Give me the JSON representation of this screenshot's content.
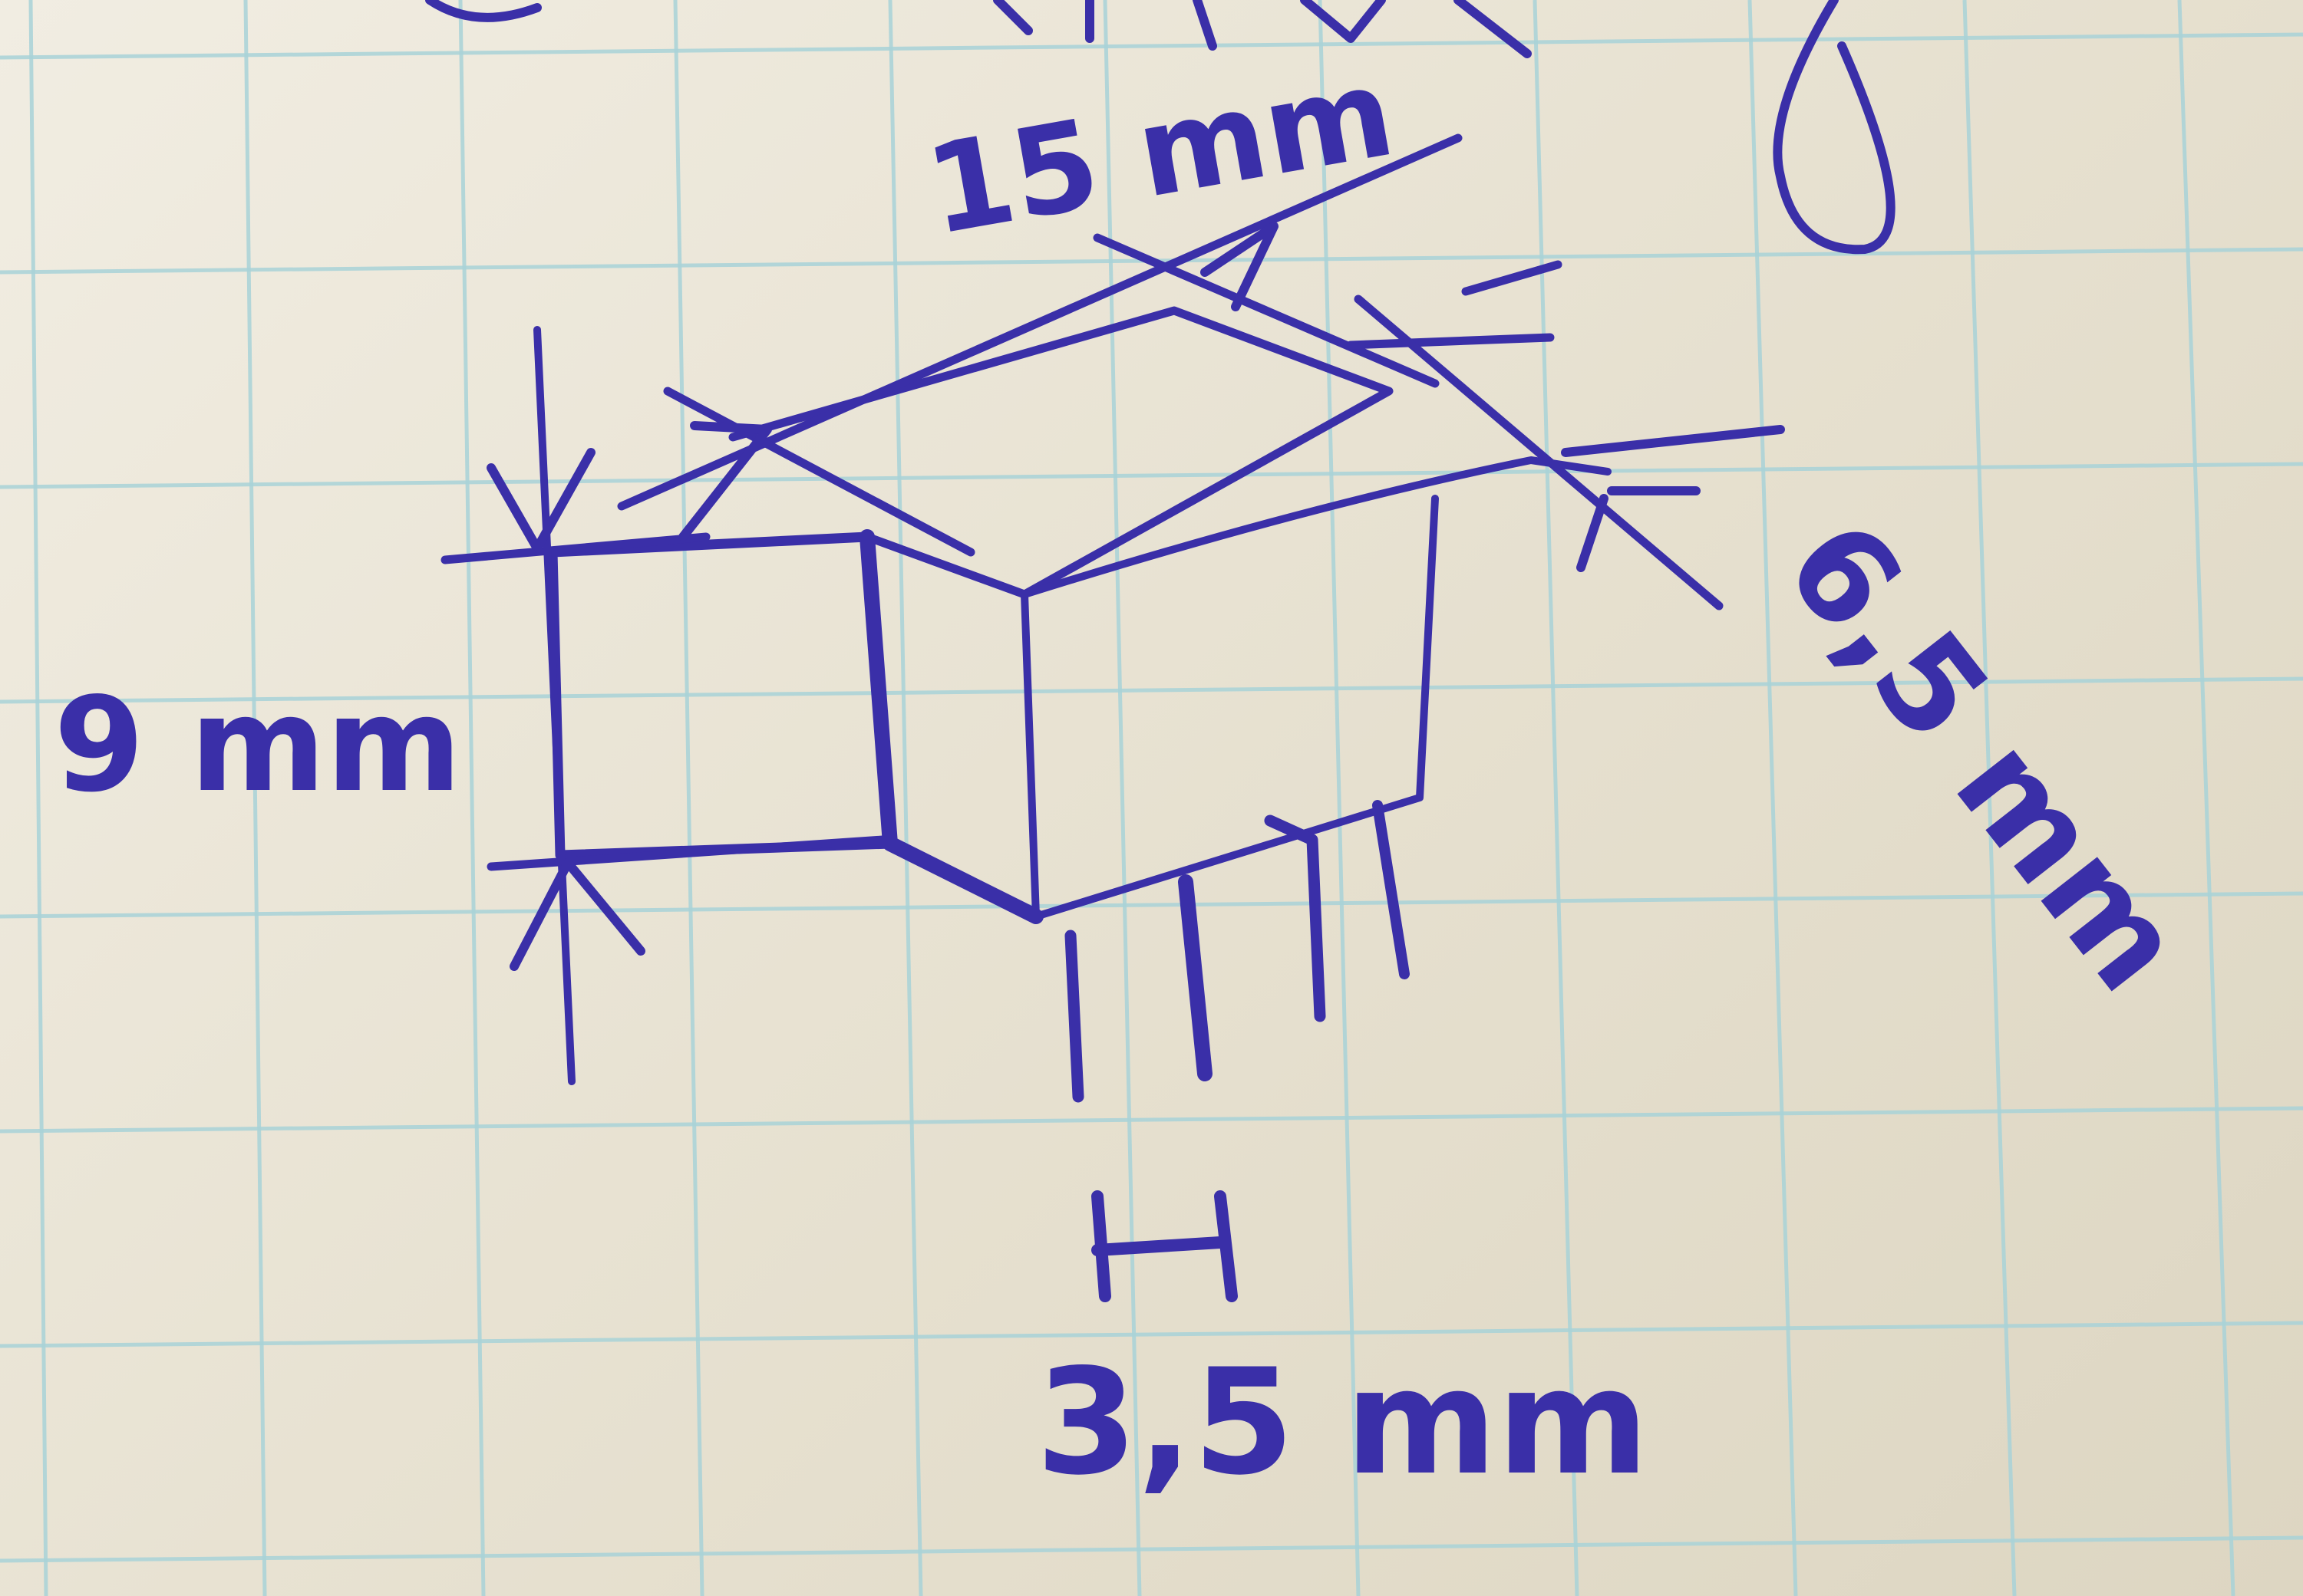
{
  "labels": {
    "length": "15 mm",
    "height": "9 mm",
    "depth": "6,5 mm",
    "pin_spacing": "3,5 mm"
  },
  "colors": {
    "ink": "#3a2fa8",
    "grid": "#a9d3d8",
    "paper": "#efeadf"
  }
}
